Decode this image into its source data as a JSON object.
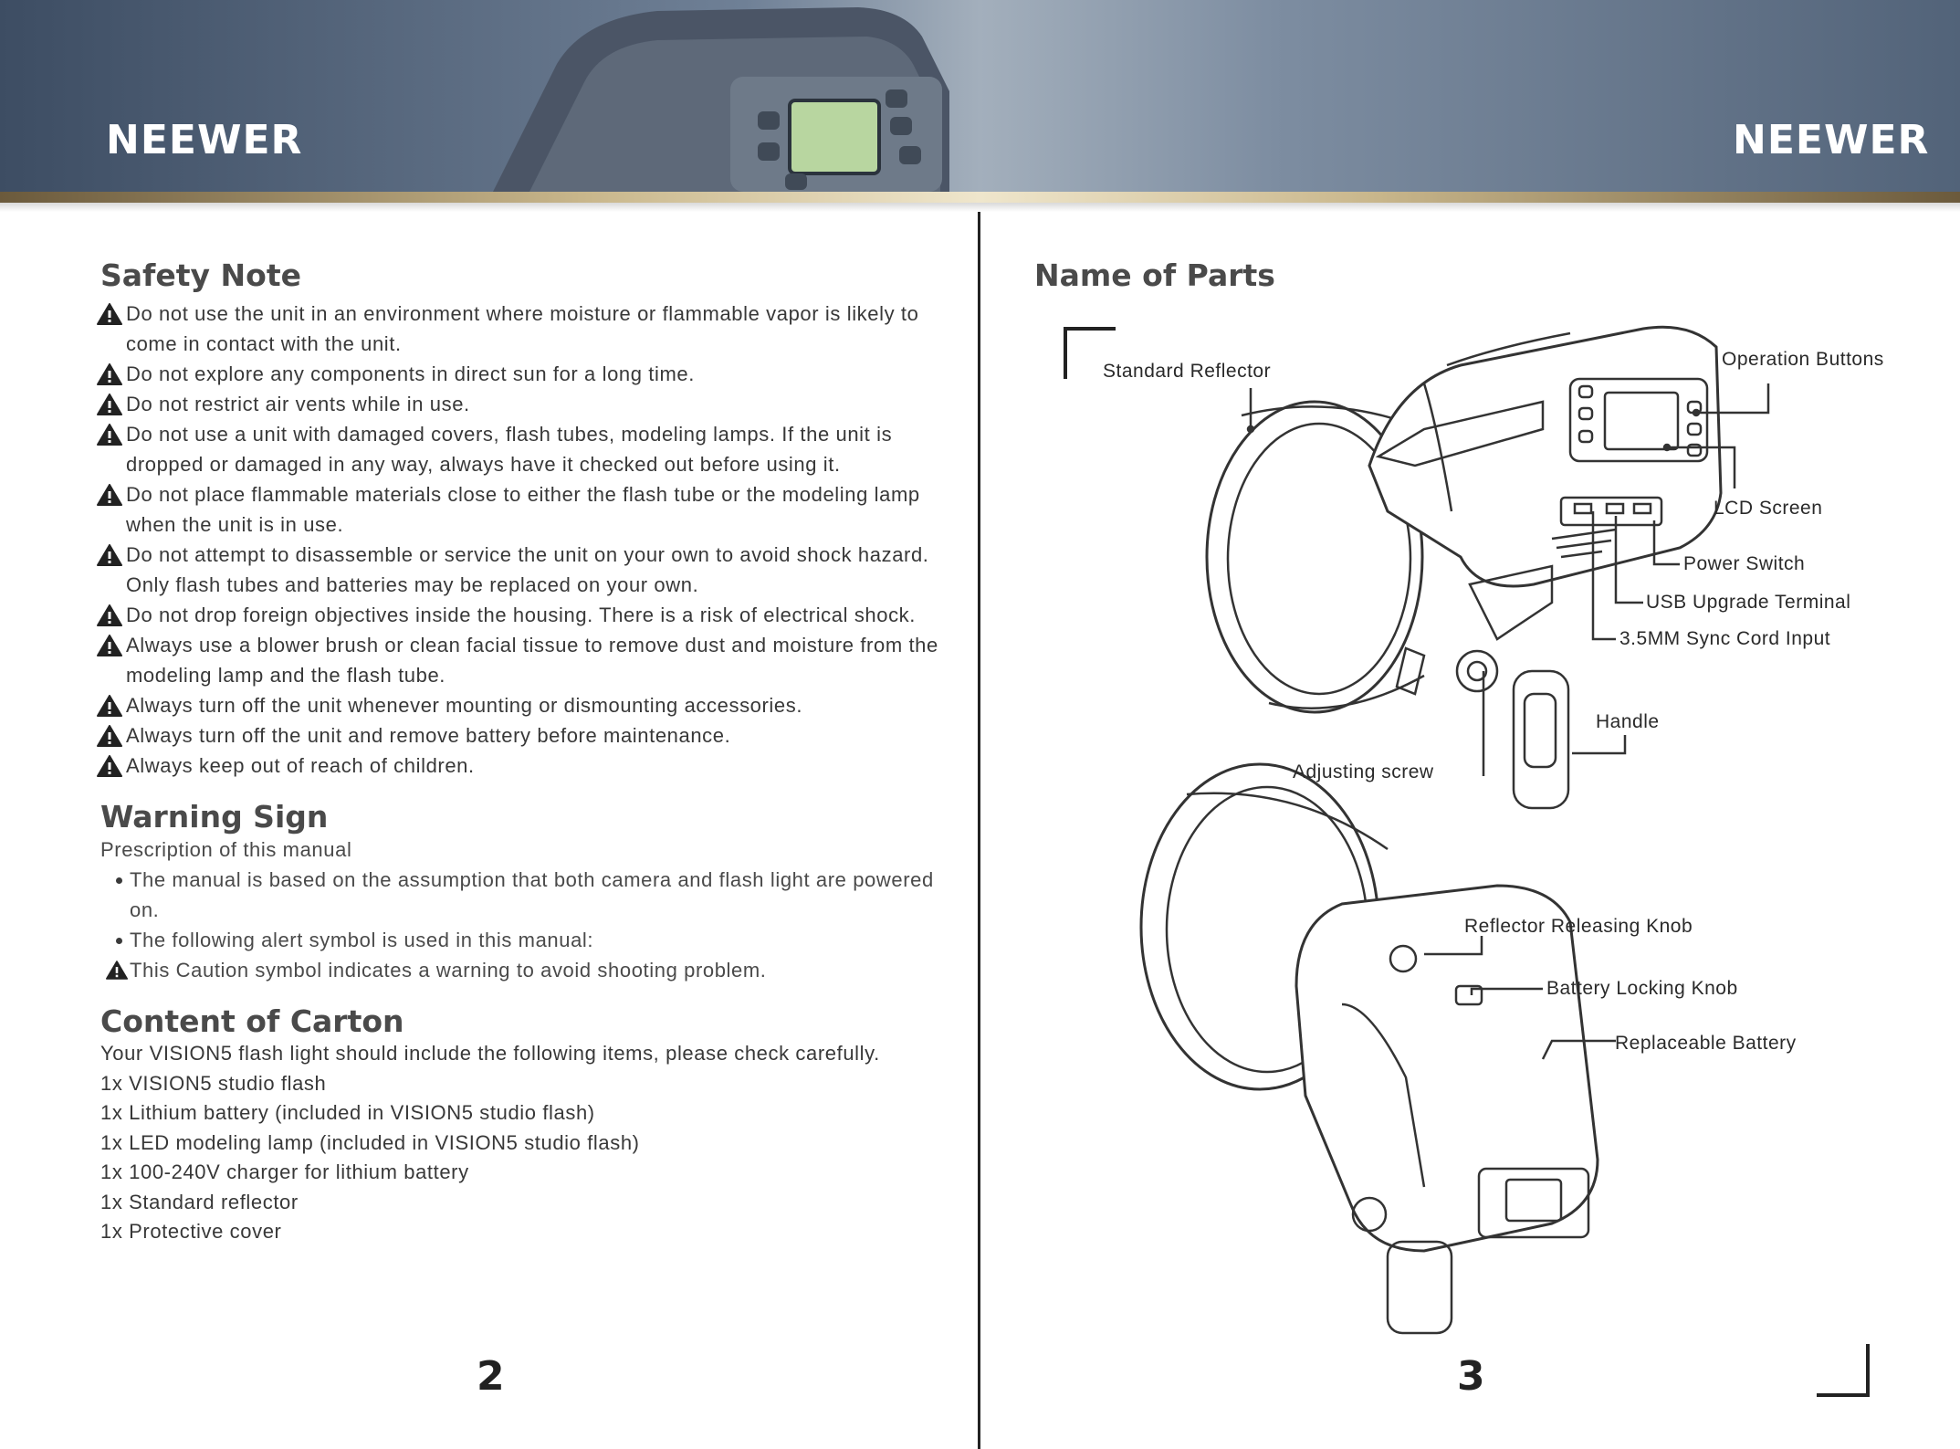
{
  "header": {
    "brand_left": "NEEWER",
    "brand_right": "NEEWER"
  },
  "left_page": {
    "safety_title": "Safety Note",
    "safety_notes": [
      "Do not use the unit in an environment where moisture or flammable vapor is likely to come in contact with the unit.",
      "Do not explore any components in direct sun for a long time.",
      "Do not restrict air vents while in use.",
      "Do not use a unit with damaged covers, flash tubes, modeling lamps. If the unit is dropped or damaged in any way, always have it checked out before using it.",
      "Do not place flammable materials close to either the flash tube or the modeling lamp when the unit is in use.",
      "Do not attempt to disassemble or service the unit on your own to avoid shock hazard. Only flash tubes and batteries may be replaced on your own.",
      "Do not drop foreign objectives inside the housing. There is a risk of electrical shock.",
      "Always use a blower brush or clean facial tissue to remove dust and moisture from the modeling lamp and the flash tube.",
      "Always turn off the unit whenever mounting or dismounting accessories.",
      "Always turn off the unit and remove battery before maintenance.",
      "Always keep out of reach of children."
    ],
    "warning_title": "Warning Sign",
    "warning_subtitle": "Prescription of this manual",
    "warning_bullets": [
      "The manual is based on the assumption that both camera and flash light are powered on.",
      "The following alert symbol is used in this manual:"
    ],
    "caution_text": "This Caution symbol indicates a warning to avoid shooting problem.",
    "carton_title": "Content of Carton",
    "carton_intro": "Your VISION5 flash light should include the following items, please check carefully.",
    "carton_items": [
      "1x VISION5 studio flash",
      "1x Lithium battery (included in VISION5 studio flash)",
      "1x LED modeling lamp (included in VISION5 studio flash)",
      "1x 100-240V charger for lithium battery",
      "1x Standard reflector",
      "1x Protective cover"
    ],
    "page_number": "2"
  },
  "right_page": {
    "title": "Name of Parts",
    "labels": {
      "standard_reflector": "Standard Reflector",
      "operation_buttons": "Operation Buttons",
      "lcd_screen": "LCD Screen",
      "power_switch": "Power Switch",
      "usb_upgrade": "USB Upgrade Terminal",
      "sync_cord": "3.5MM Sync Cord Input",
      "handle": "Handle",
      "adjusting_screw": "Adjusting screw",
      "reflector_knob": "Reflector Releasing Knob",
      "battery_knob": "Battery Locking Knob",
      "replaceable_battery": "Replaceable Battery"
    },
    "page_number": "3"
  }
}
